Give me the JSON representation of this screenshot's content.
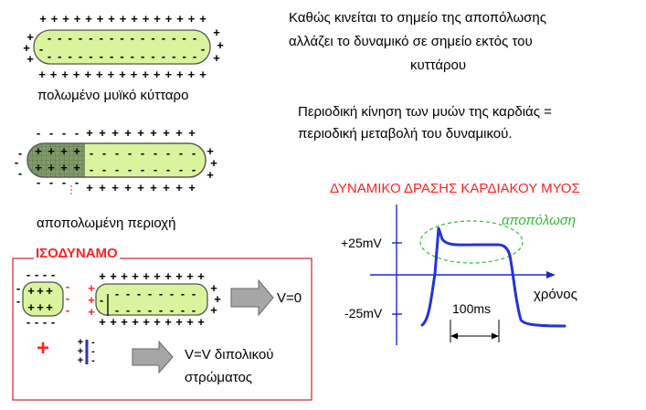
{
  "text": {
    "top_right_line1": "Καθώς κινείται το σημείο της αποπόλωσης",
    "top_right_line2": "αλλάζει το δυναμικό σε σημείο εκτός του",
    "top_right_line3": "κυττάρου",
    "periodic_line1": "Περιοδική κίνηση των μυών της καρδιάς =",
    "periodic_line2": "περιοδική μεταβολή του δυναμικού.",
    "polarized_caption": "πολωμένο μυϊκό κύτταρο",
    "depolarized_caption": "αποπολωμένη περιοχή",
    "isodynamo_title": "ΙΣΟΔΥΝΑΜΟ",
    "v_zero": "V=0",
    "v_dipole_line1": "V=V διπολικού",
    "v_dipole_line2": "στρώματος",
    "plus_symbol": "+",
    "minus_symbol": "-"
  },
  "chart": {
    "title": "ΔΥΝΑΜΙΚΟ ΔΡΑΣΗΣ ΚΑΡΔΙΑΚΟΥ ΜΥΟΣ",
    "ytick_high": "+25mV",
    "ytick_low": "-25mV",
    "xlabel": "χρόνος",
    "duration_label": "100ms",
    "annotation": "αποπόλωση"
  },
  "chart_data": {
    "type": "line",
    "title": "ΔΥΝΑΜΙΚΟ ΔΡΑΣΗΣ ΚΑΡΔΙΑΚΟΥ ΜΥΟΣ",
    "xlabel": "χρόνος",
    "ylabel": "",
    "ytick_labels": [
      "+25mV",
      "-25mV"
    ],
    "duration_marker": "100ms",
    "annotation": "αποπόλωση",
    "series": [
      {
        "values": []
      }
    ]
  },
  "colors": {
    "cell_fill": "#d9f49c",
    "cell_stroke": "#555555",
    "depolarized_fill": "#7f9a67",
    "red": "#ff2222",
    "green_annotation": "#33bb33",
    "curve_blue": "#2233dd",
    "axis_blue": "#1a2acc",
    "box_red": "#cc2233",
    "arrow_gray": "#a6a6a6"
  }
}
